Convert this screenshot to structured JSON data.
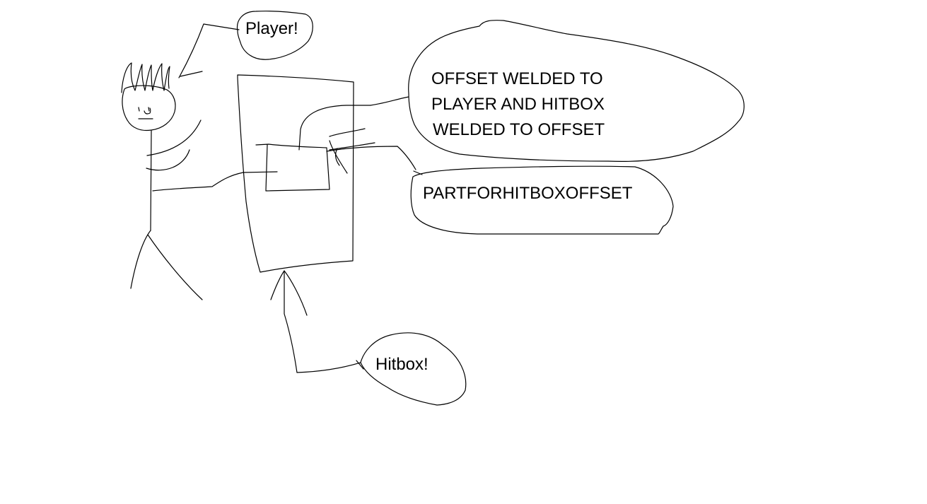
{
  "labels": {
    "player": "Player!",
    "offset_note_line1": "OFFSET WELDED TO",
    "offset_note_line2": "PLAYER AND HITBOX",
    "offset_note_line3": "WELDED TO OFFSET",
    "part_name": "PARTFORHITBOXOFFSET",
    "hitbox": "Hitbox!"
  },
  "colors": {
    "background": "#ffffff",
    "ink": "#000000"
  }
}
